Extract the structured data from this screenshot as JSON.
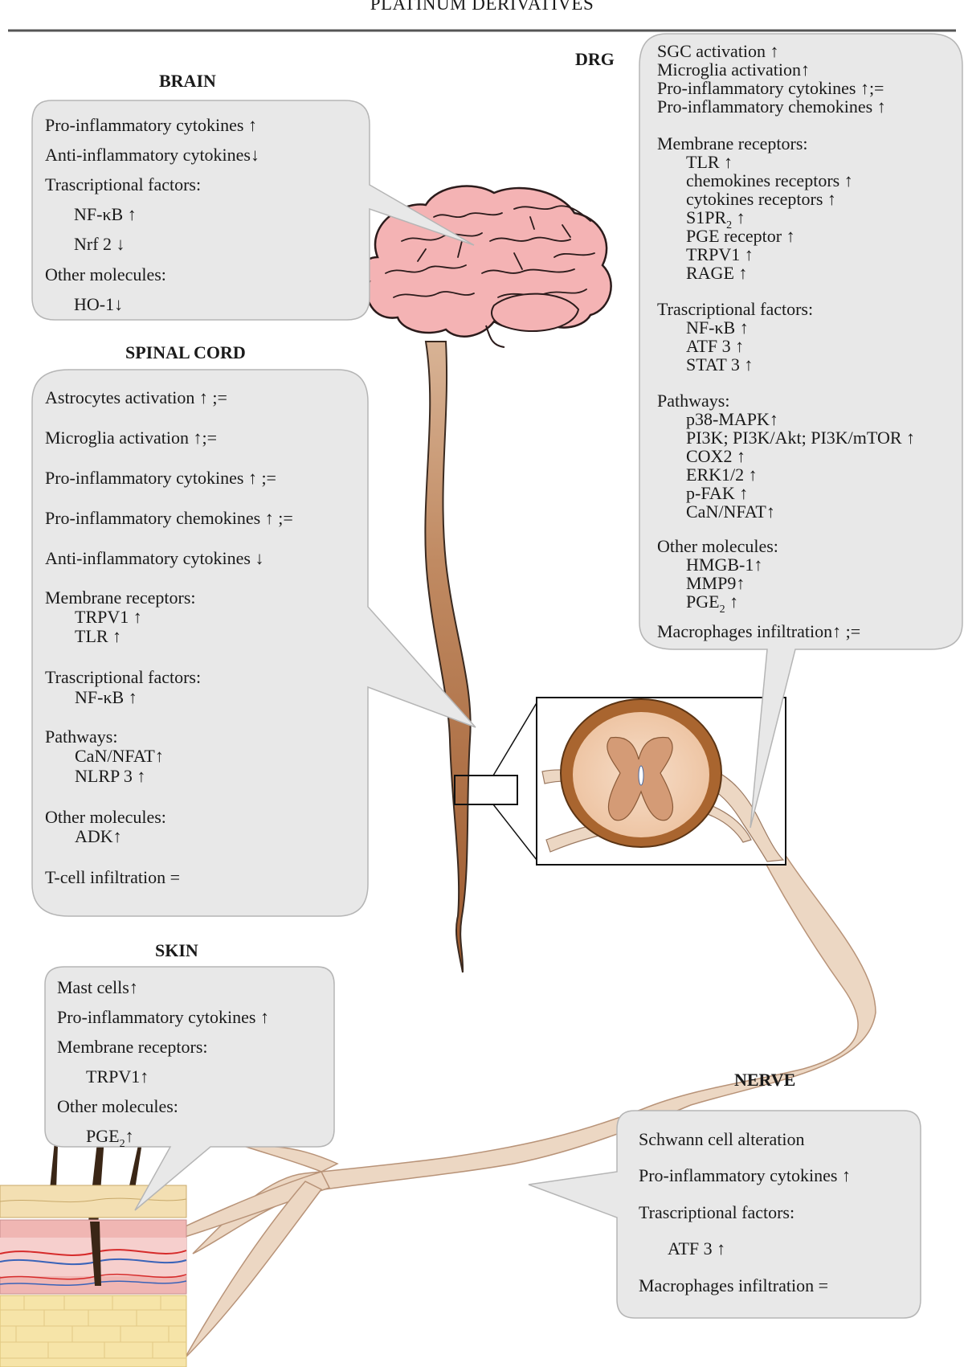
{
  "title": "PLATINUM DERIVATIVES",
  "sections": {
    "brain": {
      "header": "BRAIN",
      "lines": [
        "Pro-inflammatory cytokines ↑",
        "Anti-inflammatory cytokines↓",
        "Trascriptional factors:",
        "NF-κB ↑",
        "Nrf 2 ↓",
        "Other molecules:",
        "HO-1↓"
      ]
    },
    "spinal_cord": {
      "header": "SPINAL CORD",
      "lines": [
        "Astrocytes activation ↑ ;=",
        "Microglia activation ↑;=",
        "Pro-inflammatory cytokines ↑ ;=",
        "Pro-inflammatory chemokines ↑ ;=",
        "Anti-inflammatory cytokines ↓",
        "Membrane receptors:",
        "TRPV1 ↑",
        "TLR ↑",
        "Trascriptional factors:",
        "NF-κB ↑",
        "Pathways:",
        "CaN/NFAT↑",
        "NLRP 3 ↑",
        "Other molecules:",
        "ADK↑",
        "T-cell infiltration ="
      ]
    },
    "skin": {
      "header": "SKIN",
      "lines": [
        "Mast cells↑",
        "Pro-inflammatory cytokines ↑",
        "Membrane receptors:",
        "TRPV1↑",
        "Other molecules:",
        "PGE",
        "2",
        "↑"
      ]
    },
    "drg": {
      "header": "DRG",
      "lines": [
        "SGC activation ↑",
        "Microglia activation↑",
        "Pro-inflammatory cytokines ↑;=",
        "Pro-inflammatory chemokines ↑",
        "Membrane receptors:",
        "TLR ↑",
        "chemokines receptors ↑",
        "cytokines receptors ↑",
        "S1PR",
        "2",
        "↑",
        "PGE receptor ↑",
        "TRPV1 ↑",
        "RAGE ↑",
        "Trascriptional factors:",
        "NF-κB ↑",
        "ATF 3 ↑",
        "STAT 3 ↑",
        "Pathways:",
        "p38-MAPK↑",
        "PI3K; PI3K/Akt; PI3K/mTOR ↑",
        "COX2 ↑",
        "ERK1/2 ↑",
        "p-FAK ↑",
        "CaN/NFAT↑",
        "Other molecules:",
        "HMGB-1↑",
        "MMP9↑",
        "PGE",
        "2",
        "↑",
        "Macrophages infiltration↑ ;="
      ]
    },
    "nerve": {
      "header": "NERVE",
      "lines": [
        "Schwann cell alteration",
        "Pro-inflammatory cytokines ↑",
        "Trascriptional factors:",
        "ATF 3 ↑",
        "Macrophages infiltration ="
      ]
    }
  },
  "colors": {
    "box_fill": "#e8e8e8",
    "box_stroke": "#b5b5b5",
    "brain_fill": "#f4b3b4",
    "cord_dark": "#a0613a",
    "cord_light": "#dcb89c",
    "nerve_fill": "#ecd7c3"
  }
}
